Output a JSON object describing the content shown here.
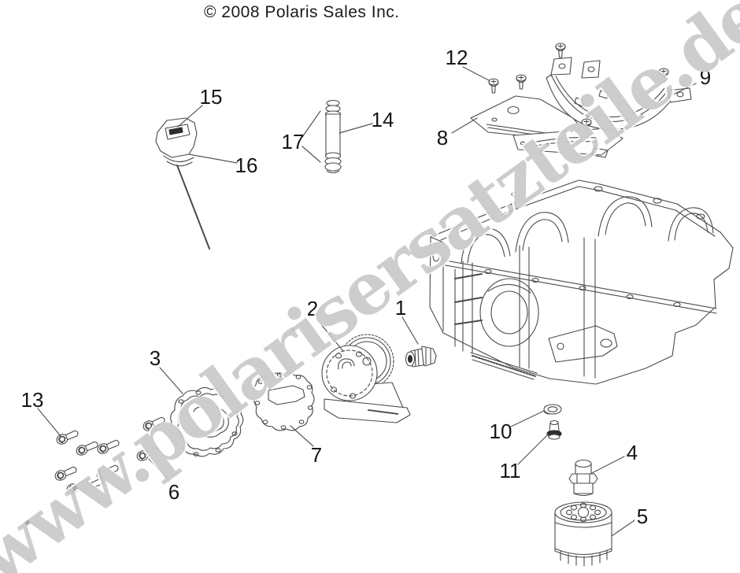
{
  "copyright": "© 2008 Polaris Sales Inc.",
  "watermark": "www.polarisersatzteile.de",
  "callouts": {
    "c1": "1",
    "c2": "2",
    "c3": "3",
    "c4": "4",
    "c5": "5",
    "c6": "6",
    "c7": "7",
    "c8": "8",
    "c9": "9",
    "c10": "10",
    "c11": "11",
    "c12": "12",
    "c13": "13",
    "c14": "14",
    "c15": "15",
    "c16": "16",
    "c17": "17"
  },
  "colors": {
    "background": "#ffffff",
    "line": "#4a4a4a",
    "label": "#161616",
    "watermark": "#d4d4d4"
  }
}
